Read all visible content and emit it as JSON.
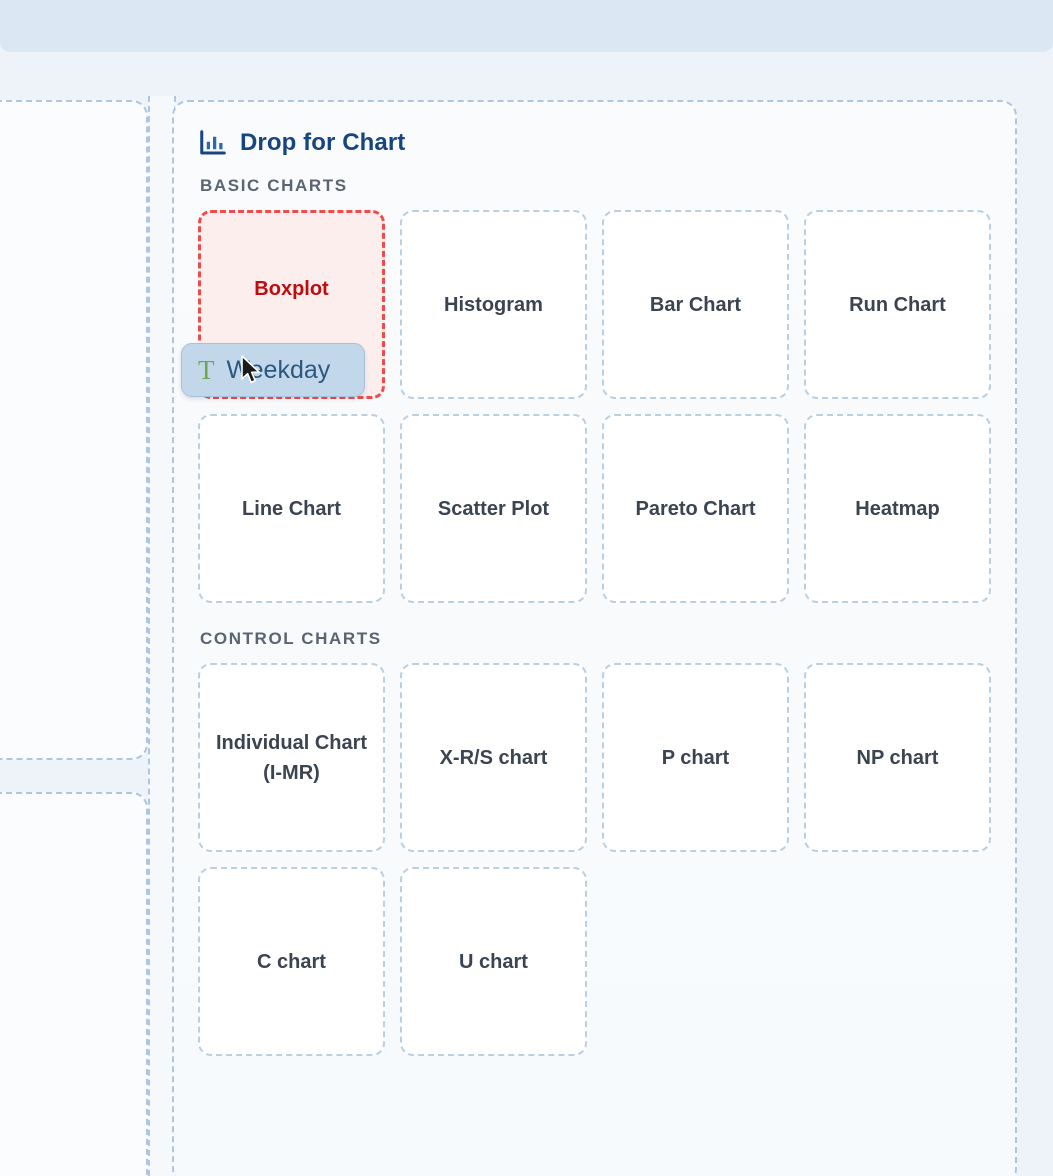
{
  "panel": {
    "title": "Drop for Chart",
    "icon": "bar-chart-icon"
  },
  "sections": [
    {
      "label": "BASIC CHARTS",
      "cards": [
        {
          "label": "Boxplot",
          "state": "active-drop-target"
        },
        {
          "label": "Histogram",
          "state": "default"
        },
        {
          "label": "Bar Chart",
          "state": "default"
        },
        {
          "label": "Run Chart",
          "state": "default"
        },
        {
          "label": "Line Chart",
          "state": "default"
        },
        {
          "label": "Scatter Plot",
          "state": "default"
        },
        {
          "label": "Pareto Chart",
          "state": "default"
        },
        {
          "label": "Heatmap",
          "state": "default"
        }
      ]
    },
    {
      "label": "CONTROL CHARTS",
      "cards": [
        {
          "label": "Individual Chart (I-MR)",
          "state": "default"
        },
        {
          "label": "X-R/S chart",
          "state": "default"
        },
        {
          "label": "P chart",
          "state": "default"
        },
        {
          "label": "NP chart",
          "state": "default"
        },
        {
          "label": "C chart",
          "state": "default"
        },
        {
          "label": "U chart",
          "state": "default"
        }
      ]
    }
  ],
  "drag": {
    "field_name": "Weekday",
    "type_icon_glyph": "T",
    "type_icon_name": "text-field-type-icon",
    "cursor": "arrow-cursor"
  },
  "colors": {
    "accent_title": "#17457f",
    "active_border": "#ef4b4b",
    "active_bg": "#fdeeee",
    "active_text": "#c00c0c",
    "card_border": "#b9cfe2",
    "card_text": "#3b4451",
    "section_text": "#5a6472",
    "panel_bg": "#f8fafc",
    "page_bg": "#eef2f9",
    "top_strip": "#dce7f4",
    "drag_pill_bg": "#c3d7ea",
    "drag_pill_text": "#2b587f",
    "type_icon_color": "#6aa84f"
  }
}
